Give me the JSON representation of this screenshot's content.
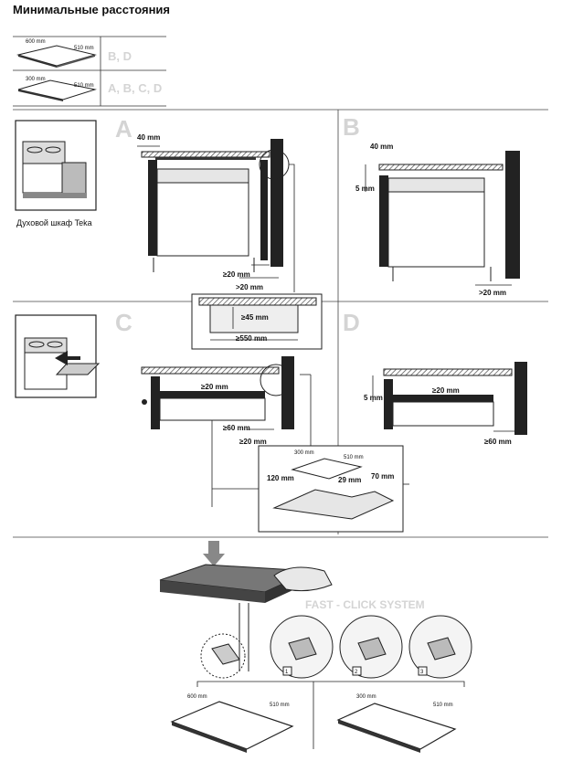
{
  "title": "Минимальные расстояния",
  "table": {
    "rows": [
      {
        "width": "600 mm",
        "depth": "510 mm",
        "letters": "B, D"
      },
      {
        "width": "300 mm",
        "depth": "510 mm",
        "letters": "A, B, C, D"
      }
    ]
  },
  "oven_caption": "Духовой шкаф Teka",
  "panels": {
    "A": {
      "letter": "A",
      "top": "40 mm",
      "gap1": "≥20 mm",
      "gap2": ">20 mm"
    },
    "B": {
      "letter": "B",
      "top": "40 mm",
      "side": "5 mm",
      "gap": ">20 mm"
    },
    "C": {
      "letter": "C",
      "top": "≥20 mm",
      "gap1": "≥60 mm",
      "gap2": "≥20 mm"
    },
    "D": {
      "letter": "D",
      "top": "≥20 mm",
      "side": "5 mm",
      "gap": "≥60 mm"
    }
  },
  "detail": {
    "d1": "≥45 mm",
    "d2": "≥550 mm"
  },
  "cutout": {
    "w": "300 mm",
    "d": "510 mm",
    "a": "120 mm",
    "b": "29 mm",
    "c": "70 mm"
  },
  "fastclick": "FAST - CLICK SYSTEM",
  "steps": [
    "1",
    "2",
    "3"
  ],
  "bottom": {
    "left": {
      "w": "600 mm",
      "d": "510 mm"
    },
    "right": {
      "w": "300 mm",
      "d": "510 mm"
    }
  }
}
